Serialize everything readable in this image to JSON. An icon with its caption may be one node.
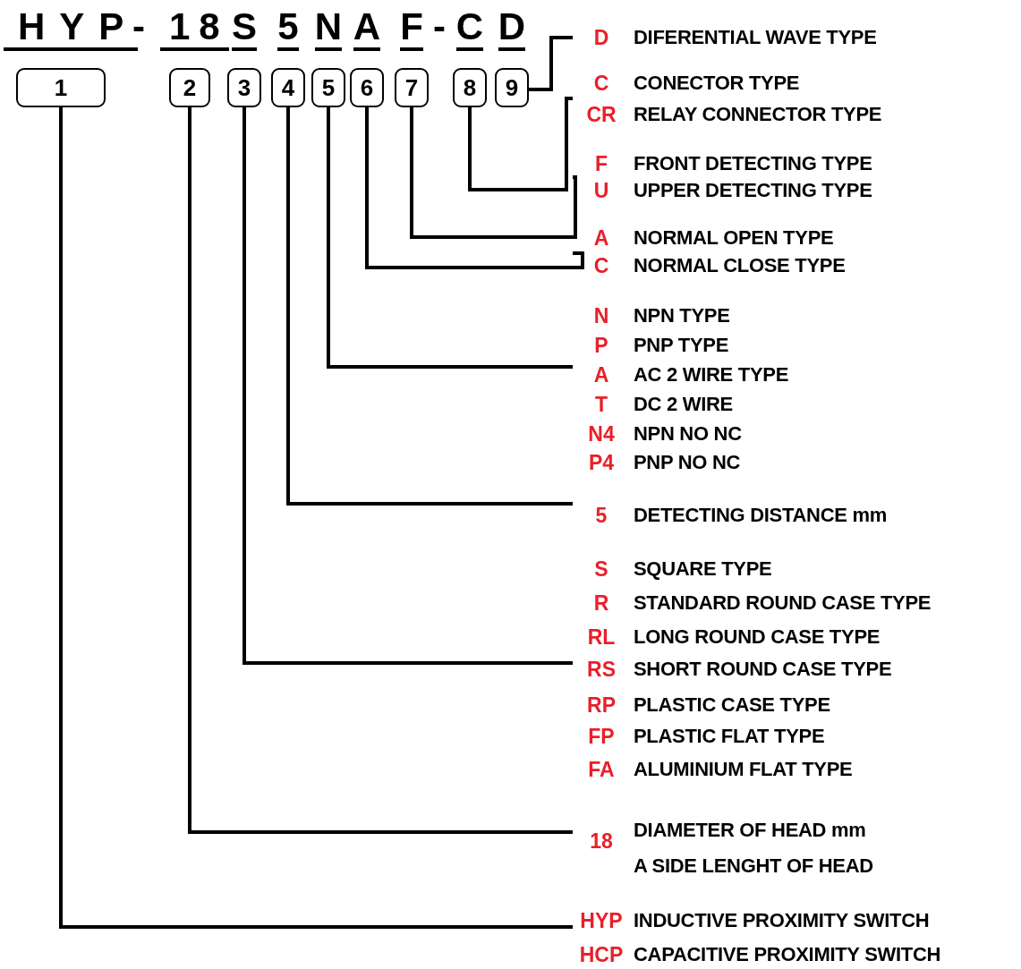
{
  "diagram": {
    "nodes": [
      {
        "text": [
          "HYP",
          "1"
        ]
      },
      {
        "text": [
          "18",
          "2"
        ]
      },
      {
        "text": [
          "S",
          "3"
        ]
      },
      {
        "text": [
          "5",
          "4"
        ]
      },
      {
        "text": [
          "N",
          "5"
        ]
      },
      {
        "text": [
          "A",
          "6"
        ]
      },
      {
        "text": [
          "F",
          "7"
        ]
      },
      {
        "text": [
          "C",
          "8"
        ]
      },
      {
        "text": [
          "D",
          "9"
        ]
      },
      {
        "text": [
          "D",
          "DIFERENTIAL WAVE TYPE"
        ]
      },
      {
        "text": [
          "C",
          "CONECTOR TYPE",
          "CR",
          "RELAY CONNECTOR TYPE"
        ]
      },
      {
        "text": [
          "F",
          "FRONT DETECTING TYPE",
          "U",
          "UPPER DETECTING TYPE"
        ]
      },
      {
        "text": [
          "A",
          "NORMAL OPEN TYPE",
          "C",
          "NORMAL CLOSE TYPE"
        ]
      },
      {
        "text": [
          "N",
          "NPN TYPE",
          "P",
          "PNP TYPE",
          "A",
          "AC 2 WIRE TYPE",
          "T",
          "DC 2 WIRE",
          "N4",
          "NPN NO  NC",
          "P4",
          "PNP NO  NC"
        ]
      },
      {
        "text": [
          "5",
          "DETECTING DISTANCE mm"
        ]
      },
      {
        "text": [
          "S",
          "SQUARE TYPE",
          "R",
          "STANDARD ROUND CASE TYPE",
          "RL",
          "LONG ROUND CASE TYPE",
          "RS",
          "SHORT ROUND CASE TYPE",
          "RP",
          "PLASTIC CASE TYPE",
          "FP",
          "PLASTIC FLAT TYPE",
          "FA",
          "ALUMINIUM FLAT TYPE"
        ]
      },
      {
        "text": [
          "18",
          "DIAMETER OF HEAD mm",
          "A SIDE LENGHT OF HEAD"
        ]
      },
      {
        "text": [
          "HYP",
          "INDUCTIVE PROXIMITY SWITCH",
          "HCP",
          "CAPACITIVE PROXIMITY SWITCH"
        ]
      }
    ],
    "edges": [
      {
        "from": 8,
        "to": 9,
        "arrow": "none"
      },
      {
        "from": 7,
        "to": 10,
        "arrow": "none"
      },
      {
        "from": 6,
        "to": 11,
        "arrow": "none"
      },
      {
        "from": 5,
        "to": 12,
        "arrow": "none"
      },
      {
        "from": 4,
        "to": 13,
        "arrow": "none"
      },
      {
        "from": 3,
        "to": 14,
        "arrow": "none"
      },
      {
        "from": 2,
        "to": 15,
        "arrow": "none"
      },
      {
        "from": 1,
        "to": 16,
        "arrow": "none"
      },
      {
        "from": 0,
        "to": 17,
        "arrow": "none"
      }
    ],
    "labels": [
      "-",
      "-"
    ]
  }
}
